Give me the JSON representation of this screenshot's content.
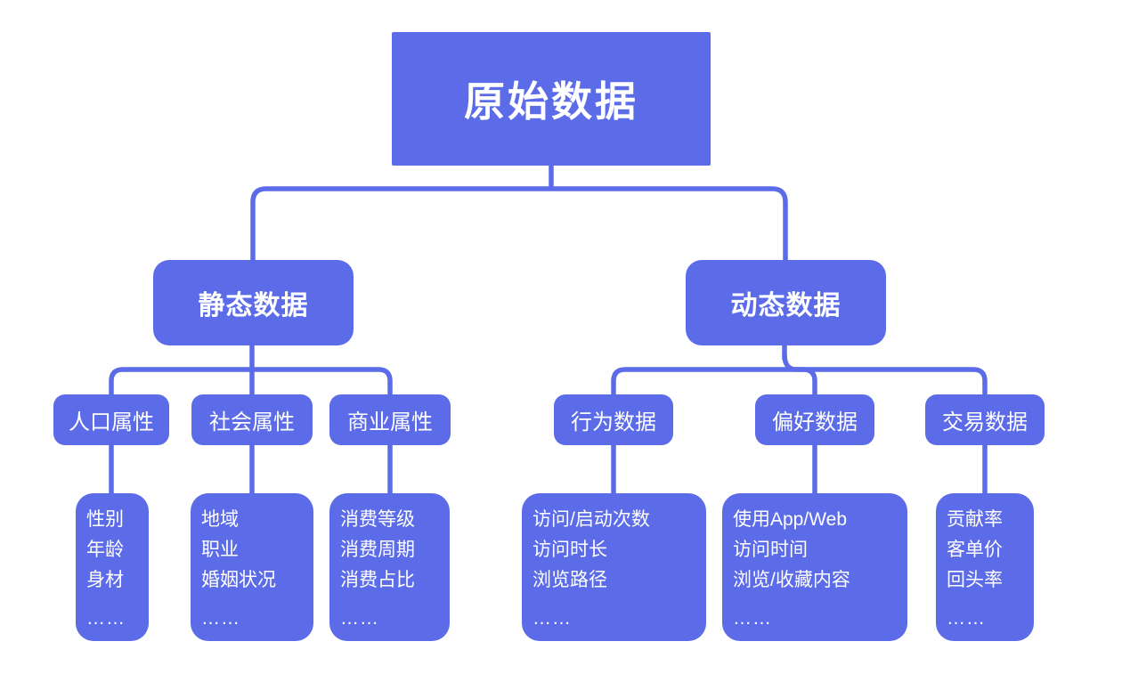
{
  "colors": {
    "accent": "#5C6CE8",
    "node_text": "#FFFFFF",
    "background": "#FFFFFF"
  },
  "diagram": {
    "root": {
      "label": "原始数据"
    },
    "static_branch": {
      "label": "静态数据",
      "children": [
        {
          "label": "人口属性",
          "items": [
            "性别",
            "年龄",
            "身材",
            "……"
          ]
        },
        {
          "label": "社会属性",
          "items": [
            "地域",
            "职业",
            "婚姻状况",
            "……"
          ]
        },
        {
          "label": "商业属性",
          "items": [
            "消费等级",
            "消费周期",
            "消费占比",
            "……"
          ]
        }
      ]
    },
    "dynamic_branch": {
      "label": "动态数据",
      "children": [
        {
          "label": "行为数据",
          "items": [
            "访问/启动次数",
            "访问时长",
            "浏览路径",
            "……"
          ]
        },
        {
          "label": "偏好数据",
          "items": [
            "使用App/Web",
            "访问时间",
            "浏览/收藏内容",
            "……"
          ]
        },
        {
          "label": "交易数据",
          "items": [
            "贡献率",
            "客单价",
            "回头率",
            "……"
          ]
        }
      ]
    }
  }
}
